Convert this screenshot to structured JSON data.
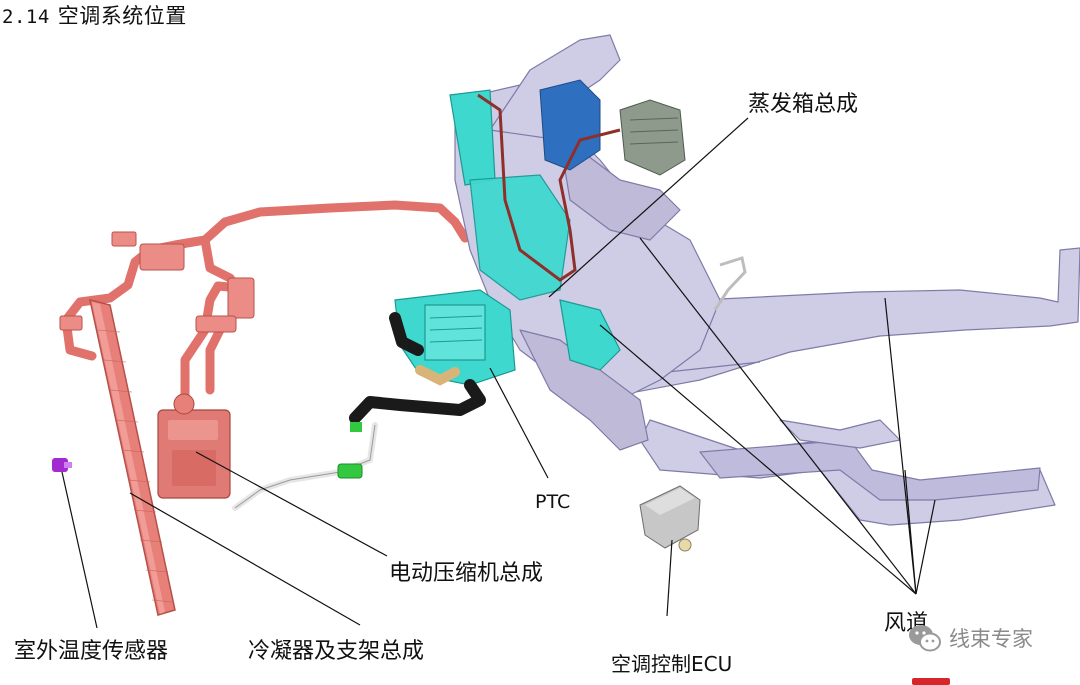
{
  "section": {
    "number": "2.14",
    "title": "空调系统位置"
  },
  "labels": {
    "evaporator": "蒸发箱总成",
    "ptc": "PTC",
    "compressor": "电动压缩机总成",
    "sensor": "室外温度传感器",
    "condenser": "冷凝器及支架总成",
    "ecu": "空调控制ECU",
    "duct": "风道"
  },
  "watermark": {
    "text": "线束专家",
    "icon": "wechat-icon"
  },
  "colors": {
    "condenser": "#e8807a",
    "hvac_module": "#c9c6e0",
    "cyan_parts": "#3fd8cf",
    "hose": "#1a1a1a",
    "leader_line": "#111111"
  }
}
